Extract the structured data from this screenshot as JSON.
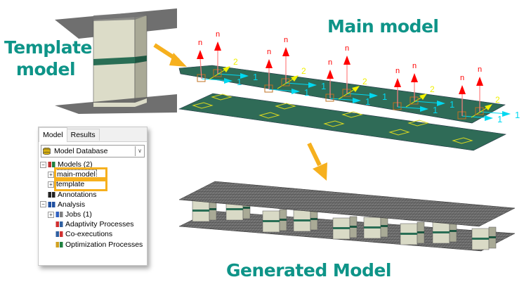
{
  "titles": {
    "template_line1": "Template",
    "template_line2": "model",
    "main": "Main model",
    "generated": "Generated Model"
  },
  "colors": {
    "title": "#0e9488",
    "arrow": "#f6b01e",
    "plate_green": "#2f6b57",
    "normal_arrow": "#ff0000",
    "axis1": "#00d8f0",
    "axis2": "#f0f000",
    "mesh_gray": "#6b6b6b",
    "column": "#d9dac6",
    "column_band": "#2a6e55"
  },
  "labels": {
    "normal": "n",
    "axis1": "1",
    "axis2": "2"
  },
  "panel": {
    "tabs": [
      {
        "label": "Model",
        "active": true
      },
      {
        "label": "Results",
        "active": false
      }
    ],
    "database_select": "Model Database",
    "tree": [
      {
        "label": "Models (2)",
        "level": 0,
        "expander": "-",
        "icon": "models-icon"
      },
      {
        "label": "main-model",
        "level": 1,
        "expander": "+",
        "icon": "",
        "highlighted": true
      },
      {
        "label": "template",
        "level": 1,
        "expander": "+",
        "icon": "",
        "highlighted": true
      },
      {
        "label": "Annotations",
        "level": 0,
        "expander": "",
        "icon": "annotations-icon"
      },
      {
        "label": "Analysis",
        "level": 0,
        "expander": "-",
        "icon": "analysis-icon"
      },
      {
        "label": "Jobs (1)",
        "level": 1,
        "expander": "+",
        "icon": "jobs-icon"
      },
      {
        "label": "Adaptivity Processes",
        "level": 1,
        "expander": "",
        "icon": "adaptivity-icon"
      },
      {
        "label": "Co-executions",
        "level": 1,
        "expander": "",
        "icon": "co-executions-icon"
      },
      {
        "label": "Optimization Processes",
        "level": 1,
        "expander": "",
        "icon": "optimization-icon"
      }
    ]
  }
}
